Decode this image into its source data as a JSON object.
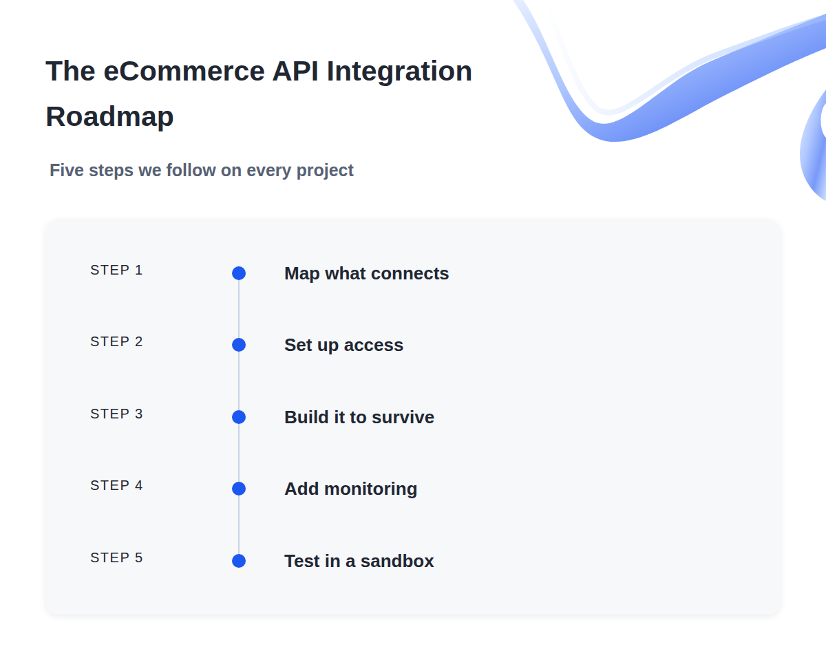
{
  "diagram": {
    "title": "The eCommerce API Integration Roadmap",
    "labels": [
      "Five steps we follow on every project",
      "STEP 1",
      "Map what connects",
      "STEP 2",
      "Set up access",
      "STEP 3",
      "Build it to survive",
      "STEP 4",
      "Add monitoring",
      "STEP 5",
      "Test in a sandbox"
    ]
  }
}
